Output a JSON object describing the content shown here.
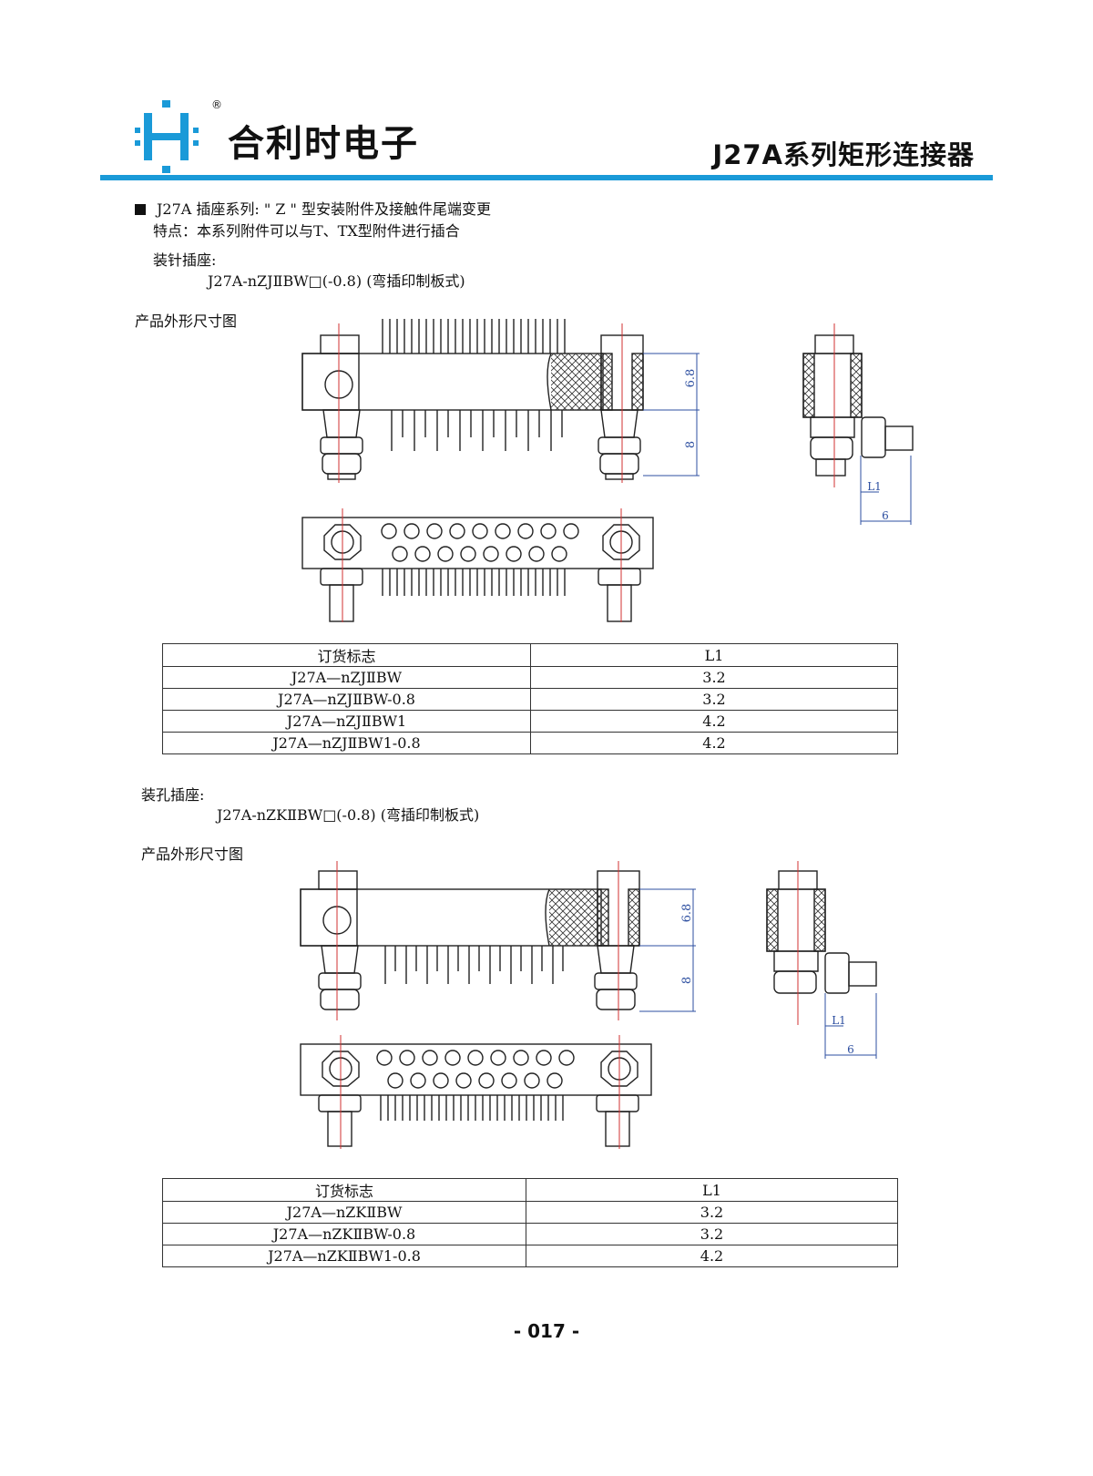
{
  "header": {
    "brand": "合利时电子",
    "registered_mark": "®",
    "series_title": "J27A系列矩形连接器",
    "accent_color": "#1a9ad8"
  },
  "intro": {
    "line1": "J27A 插座系列: \" Z \" 型安装附件及接触件尾端变更",
    "line2": "特点：本系列附件可以与T、TX型附件进行插合"
  },
  "pin_socket": {
    "heading": "装针插座:",
    "model": "J27A-nZJⅡBW□(-0.8) (弯插印制板式)",
    "drawing_label": "产品外形尺寸图",
    "dims": {
      "d1": "6.8",
      "d2": "8",
      "l1": "L1",
      "d3": "6"
    },
    "table": {
      "headers": [
        "订货标志",
        "L1"
      ],
      "rows": [
        [
          "J27A—nZJⅡBW",
          "3.2"
        ],
        [
          "J27A—nZJⅡBW-0.8",
          "3.2"
        ],
        [
          "J27A—nZJⅡBW1",
          "4.2"
        ],
        [
          "J27A—nZJⅡBW1-0.8",
          "4.2"
        ]
      ]
    }
  },
  "hole_socket": {
    "heading": "装孔插座:",
    "model": "J27A-nZKⅡBW□(-0.8) (弯插印制板式)",
    "drawing_label": "产品外形尺寸图",
    "dims": {
      "d1": "6.8",
      "d2": "8",
      "l1": "L1",
      "d3": "6"
    },
    "table": {
      "headers": [
        "订货标志",
        "L1"
      ],
      "rows": [
        [
          "J27A—nZKⅡBW",
          "3.2"
        ],
        [
          "J27A—nZKⅡBW-0.8",
          "3.2"
        ],
        [
          "J27A—nZKⅡBW1-0.8",
          "4.2"
        ]
      ]
    }
  },
  "page_number": "- 017 -"
}
